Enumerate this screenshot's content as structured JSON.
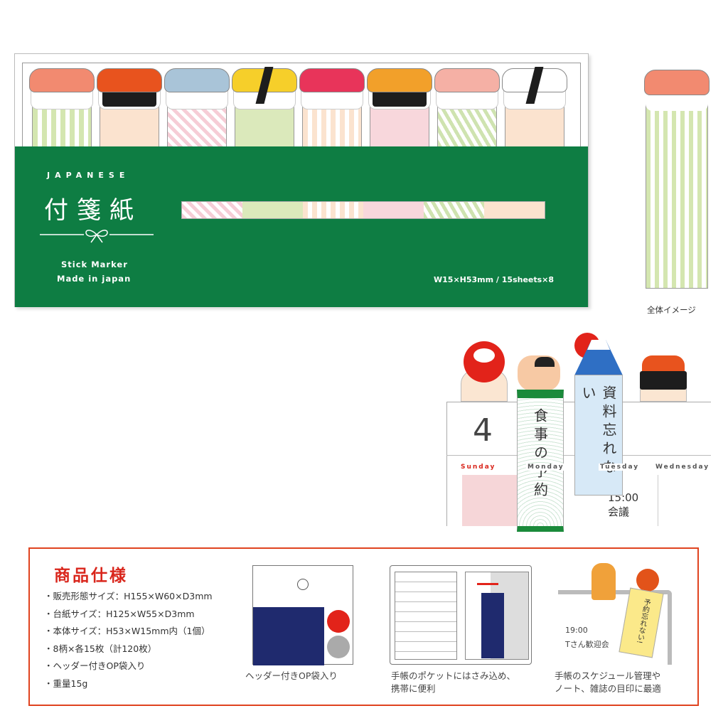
{
  "package": {
    "subtitle": "JAPANESE",
    "title": "付箋紙",
    "line1": "Stick Marker",
    "line2": "Made in japan",
    "size_text": "W15×H53mm / 15sheets×8",
    "green": "#0e7d43",
    "tabs": [
      {
        "top": "#f28a70",
        "base": "stripe-green",
        "nori": false,
        "band": false
      },
      {
        "top": "#e8531e",
        "base": "#fbe3cf",
        "nori": true,
        "band": false
      },
      {
        "top": "#a9c4d8",
        "base": "pink-weave",
        "nori": false,
        "band": false
      },
      {
        "top": "#f6cf2a",
        "base": "#dbe9bb",
        "nori": false,
        "band": true
      },
      {
        "top": "#e8345a",
        "base": "stripe-cream",
        "nori": false,
        "band": false
      },
      {
        "top": "#f2a02a",
        "base": "#f8d7dc",
        "nori": true,
        "band": false
      },
      {
        "top": "#f5b0a5",
        "base": "green-arrow",
        "nori": false,
        "band": false
      },
      {
        "top": "#ffffff",
        "base": "#fbe3cf",
        "nori": false,
        "band": true
      }
    ],
    "strip": [
      "pink-weave",
      "#dbe9bb",
      "stripe-cream",
      "#f8d7dc",
      "green-arrow",
      "#fbe3cf"
    ]
  },
  "overall_caption": "全体イメージ",
  "calendar": {
    "date": "4",
    "days": [
      "Sunday",
      "Monday",
      "Tuesday",
      "Wednesday"
    ],
    "tab1_text": "食事の予約",
    "tab2_text": "資料忘れない",
    "time": "15:00",
    "event": "会議"
  },
  "spec": {
    "title": "商品仕様",
    "items": [
      "販売形態サイズ：H155×W60×D3mm",
      "台紙サイズ：H125×W55×D3mm",
      "本体サイズ：H53×W15mm内（1個）",
      "8柄×各15枚（計120枚）",
      "ヘッダー付きOP袋入り",
      "重量15g"
    ],
    "accent": "#e0431f",
    "captions": [
      {
        "l1": "ヘッダー付きOP袋入り",
        "l2": ""
      },
      {
        "l1": "手帳のポケットにはさみ込め、",
        "l2": "携帯に便利"
      },
      {
        "l1": "手帳のスケジュール管理や",
        "l2": "ノート、雑誌の目印に最適"
      }
    ],
    "ill3_time": "19:00",
    "ill3_event": "Tさん歓迎会",
    "ill3_tab": "予約忘れない!"
  }
}
